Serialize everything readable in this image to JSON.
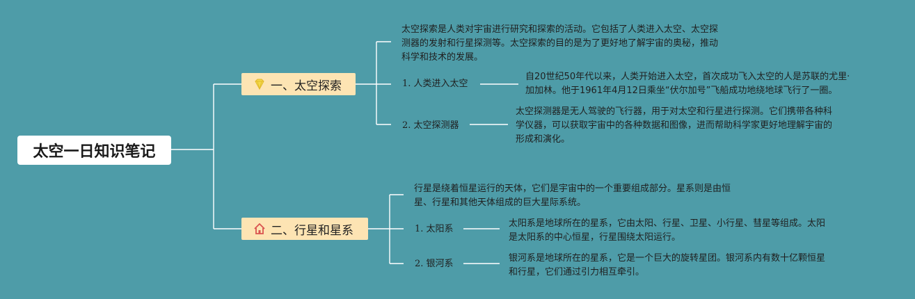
{
  "root": {
    "title": "太空一日知识笔记"
  },
  "branches": [
    {
      "label": "一、太空探索",
      "icon": "gem-icon",
      "intro": [
        "太空探索是人类对宇宙进行研究和探索的活动。它包括了人类进入太空、太空探",
        "测器的发射和行星探测等。太空探索的目的是为了更好地了解宇宙的奥秘，推动",
        "科学和技术的发展。"
      ],
      "items": [
        {
          "label": "1. 人类进入太空",
          "desc": [
            "自20世纪50年代以来，人类开始进入太空，首次成功飞入太空的人是苏联的尤里·",
            "加加林。他于1961年4月12日乘坐“伏尔加号”飞船成功地绕地球飞行了一圈。"
          ]
        },
        {
          "label": "2. 太空探测器",
          "desc": [
            "太空探测器是无人驾驶的飞行器，用于对太空和行星进行探测。它们携带各种科",
            "学仪器，可以获取宇宙中的各种数据和图像，进而帮助科学家更好地理解宇宙的",
            "形成和演化。"
          ]
        }
      ]
    },
    {
      "label": "二、行星和星系",
      "icon": "house-icon",
      "intro": [
        "行星是绕着恒星运行的天体，它们是宇宙中的一个重要组成部分。星系则是由恒",
        "星、行星和其他天体组成的巨大星际系统。"
      ],
      "items": [
        {
          "label": "1. 太阳系",
          "desc": [
            "太阳系是地球所在的星系，它由太阳、行星、卫星、小行星、彗星等组成。太阳",
            "是太阳系的中心恒星，行星围绕太阳运行。"
          ]
        },
        {
          "label": "2. 银河系",
          "desc": [
            "银河系是地球所在的星系，它是一个巨大的旋转星团。银河系内有数十亿颗恒星",
            "和行星，它们通过引力相互牵引。"
          ]
        }
      ]
    }
  ],
  "colors": {
    "background": "#4e9ca8",
    "branch_fill": "#fde4b3",
    "root_fill": "#ffffff",
    "line": "#ffffff"
  }
}
